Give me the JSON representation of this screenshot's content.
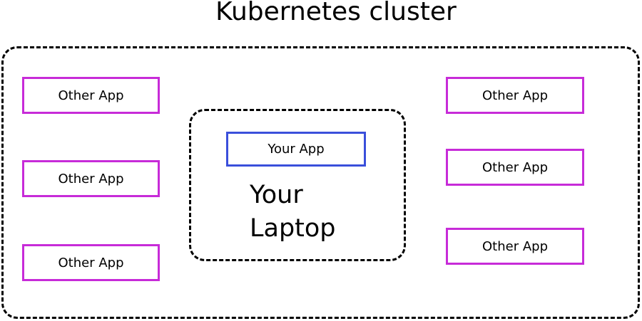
{
  "title": "Kubernetes cluster",
  "colors": {
    "other_app_border": "#C72BD8",
    "your_app_border": "#3A4FDB",
    "boundary_outline": "#000000",
    "background": "#ffffff",
    "text": "#000000"
  },
  "cluster": {
    "left_apps": [
      {
        "label": "Other App"
      },
      {
        "label": "Other App"
      },
      {
        "label": "Other App"
      }
    ],
    "right_apps": [
      {
        "label": "Other App"
      },
      {
        "label": "Other App"
      },
      {
        "label": "Other App"
      }
    ],
    "laptop": {
      "app_label": "Your App",
      "caption_line1": "Your",
      "caption_line2": "Laptop"
    }
  }
}
